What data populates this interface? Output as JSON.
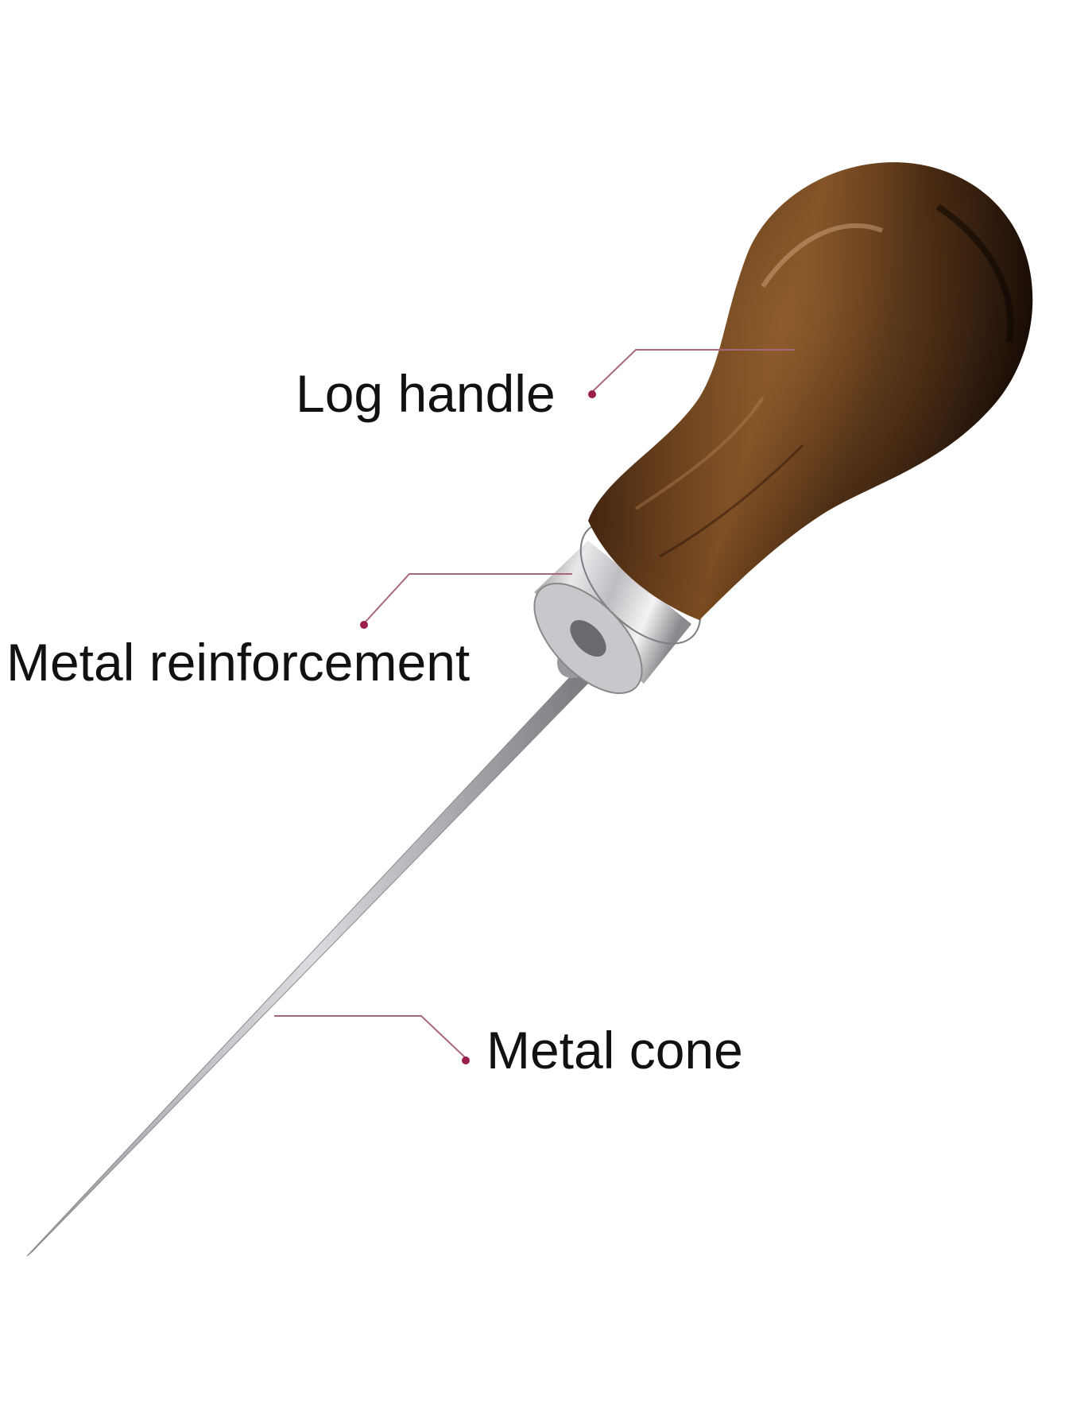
{
  "callouts": {
    "handle": "Log handle",
    "reinforcement": "Metal reinforcement",
    "cone": "Metal cone"
  },
  "colors": {
    "background": "#ffffff",
    "leader_line": "#a8687a",
    "leader_dot": "#9a1f4a",
    "label_text": "#111111",
    "wood_dark": "#2a170c",
    "wood_mid": "#5a3418",
    "wood_light": "#8a5a2e",
    "metal": "#b9b9bc"
  },
  "icons": {
    "tool": "awl-icon"
  }
}
